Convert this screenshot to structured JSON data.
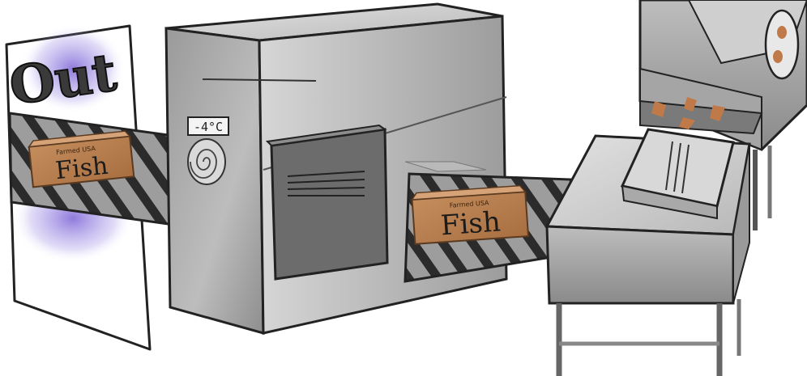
{
  "exit_sign": {
    "text": "Out"
  },
  "freezer": {
    "temperature": "-4°C"
  },
  "boxes": [
    {
      "label": "Fish",
      "sublabel": "Farmed USA"
    },
    {
      "label": "Fish",
      "sublabel": "Farmed USA"
    }
  ],
  "colors": {
    "metal_light": "#c8c8c8",
    "metal_dark": "#7a7a7a",
    "belt_stripe": "#2b2b2b",
    "box_brown": "#b87e4e",
    "out_glow": "#7a5cd6",
    "fish_pieces": "#c07a4a"
  }
}
